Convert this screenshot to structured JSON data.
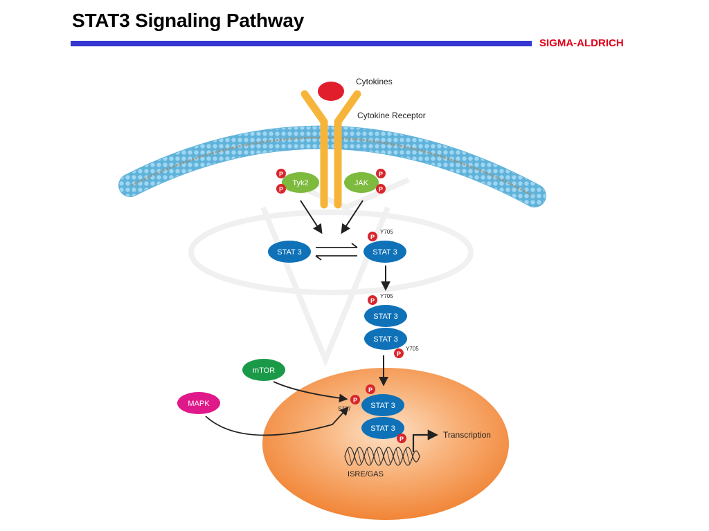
{
  "header": {
    "title": "STAT3 Signaling Pathway",
    "brand": "SIGMA-ALDRICH"
  },
  "colors": {
    "title_rule": "#3535d2",
    "brand": "#e0001b",
    "membrane": "#8fd0ee",
    "receptor": "#f6b53a",
    "cytokine": "#e01e2c",
    "kinase_green": "#7dba3d",
    "stat": "#0f72b8",
    "phospho": "#d8262c",
    "mtor": "#1a9a49",
    "mapk": "#e0198a",
    "nucleus": "#f49a4e"
  },
  "diagram": {
    "cytokines_label": "Cytokines",
    "receptor_label": "Cytokine Receptor",
    "tyk2": "Tyk2",
    "jak": "JAK",
    "phospho": "P",
    "stat3": "STAT 3",
    "y705": "Y705",
    "s727": "S727",
    "mtor": "mTOR",
    "mapk": "MAPK",
    "transcription": "Transcription",
    "isre_gas": "ISRE/GAS"
  }
}
